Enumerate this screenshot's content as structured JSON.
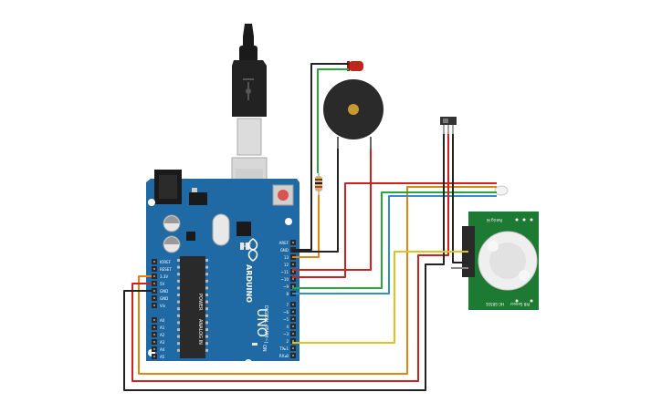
{
  "board": {
    "brand": "ARDUINO",
    "model": "UNO",
    "on_label": "ON",
    "tx_label": "TX",
    "rx_label": "RX",
    "l_label": "L",
    "power_header_label": "POWER",
    "analog_header_label": "ANALOG IN",
    "digital_header_label": "DIGITAL (PWM~)",
    "power_pins": [
      "IOREF",
      "RESET",
      "3.3V",
      "5V",
      "GND",
      "GND",
      "Vin"
    ],
    "analog_pins": [
      "A0",
      "A1",
      "A2",
      "A3",
      "A4",
      "A5"
    ],
    "top_pins": [
      "AREF",
      "GND",
      "13",
      "12",
      "~11",
      "~10",
      "~9",
      "8"
    ],
    "bottom_pins": [
      "7",
      "~6",
      "~5",
      "4",
      "~3",
      "2",
      "TX▸1",
      "RX◂0"
    ]
  },
  "pir": {
    "top_label": "Retrig Hi",
    "side_label": "HC-SR501",
    "bottom_label": "PIR Sensor"
  },
  "colors": {
    "board": "#1f6aa5",
    "board_dark": "#1a5a8e",
    "pir": "#1d7a33",
    "wire_red": "#d32020",
    "wire_black": "#222222",
    "wire_green": "#26a83a",
    "wire_orange": "#e5840c",
    "wire_blue": "#2e8fd1",
    "wire_yellow": "#e5c21a",
    "led": "#c0261c",
    "buzzer": "#2a2a2a"
  }
}
